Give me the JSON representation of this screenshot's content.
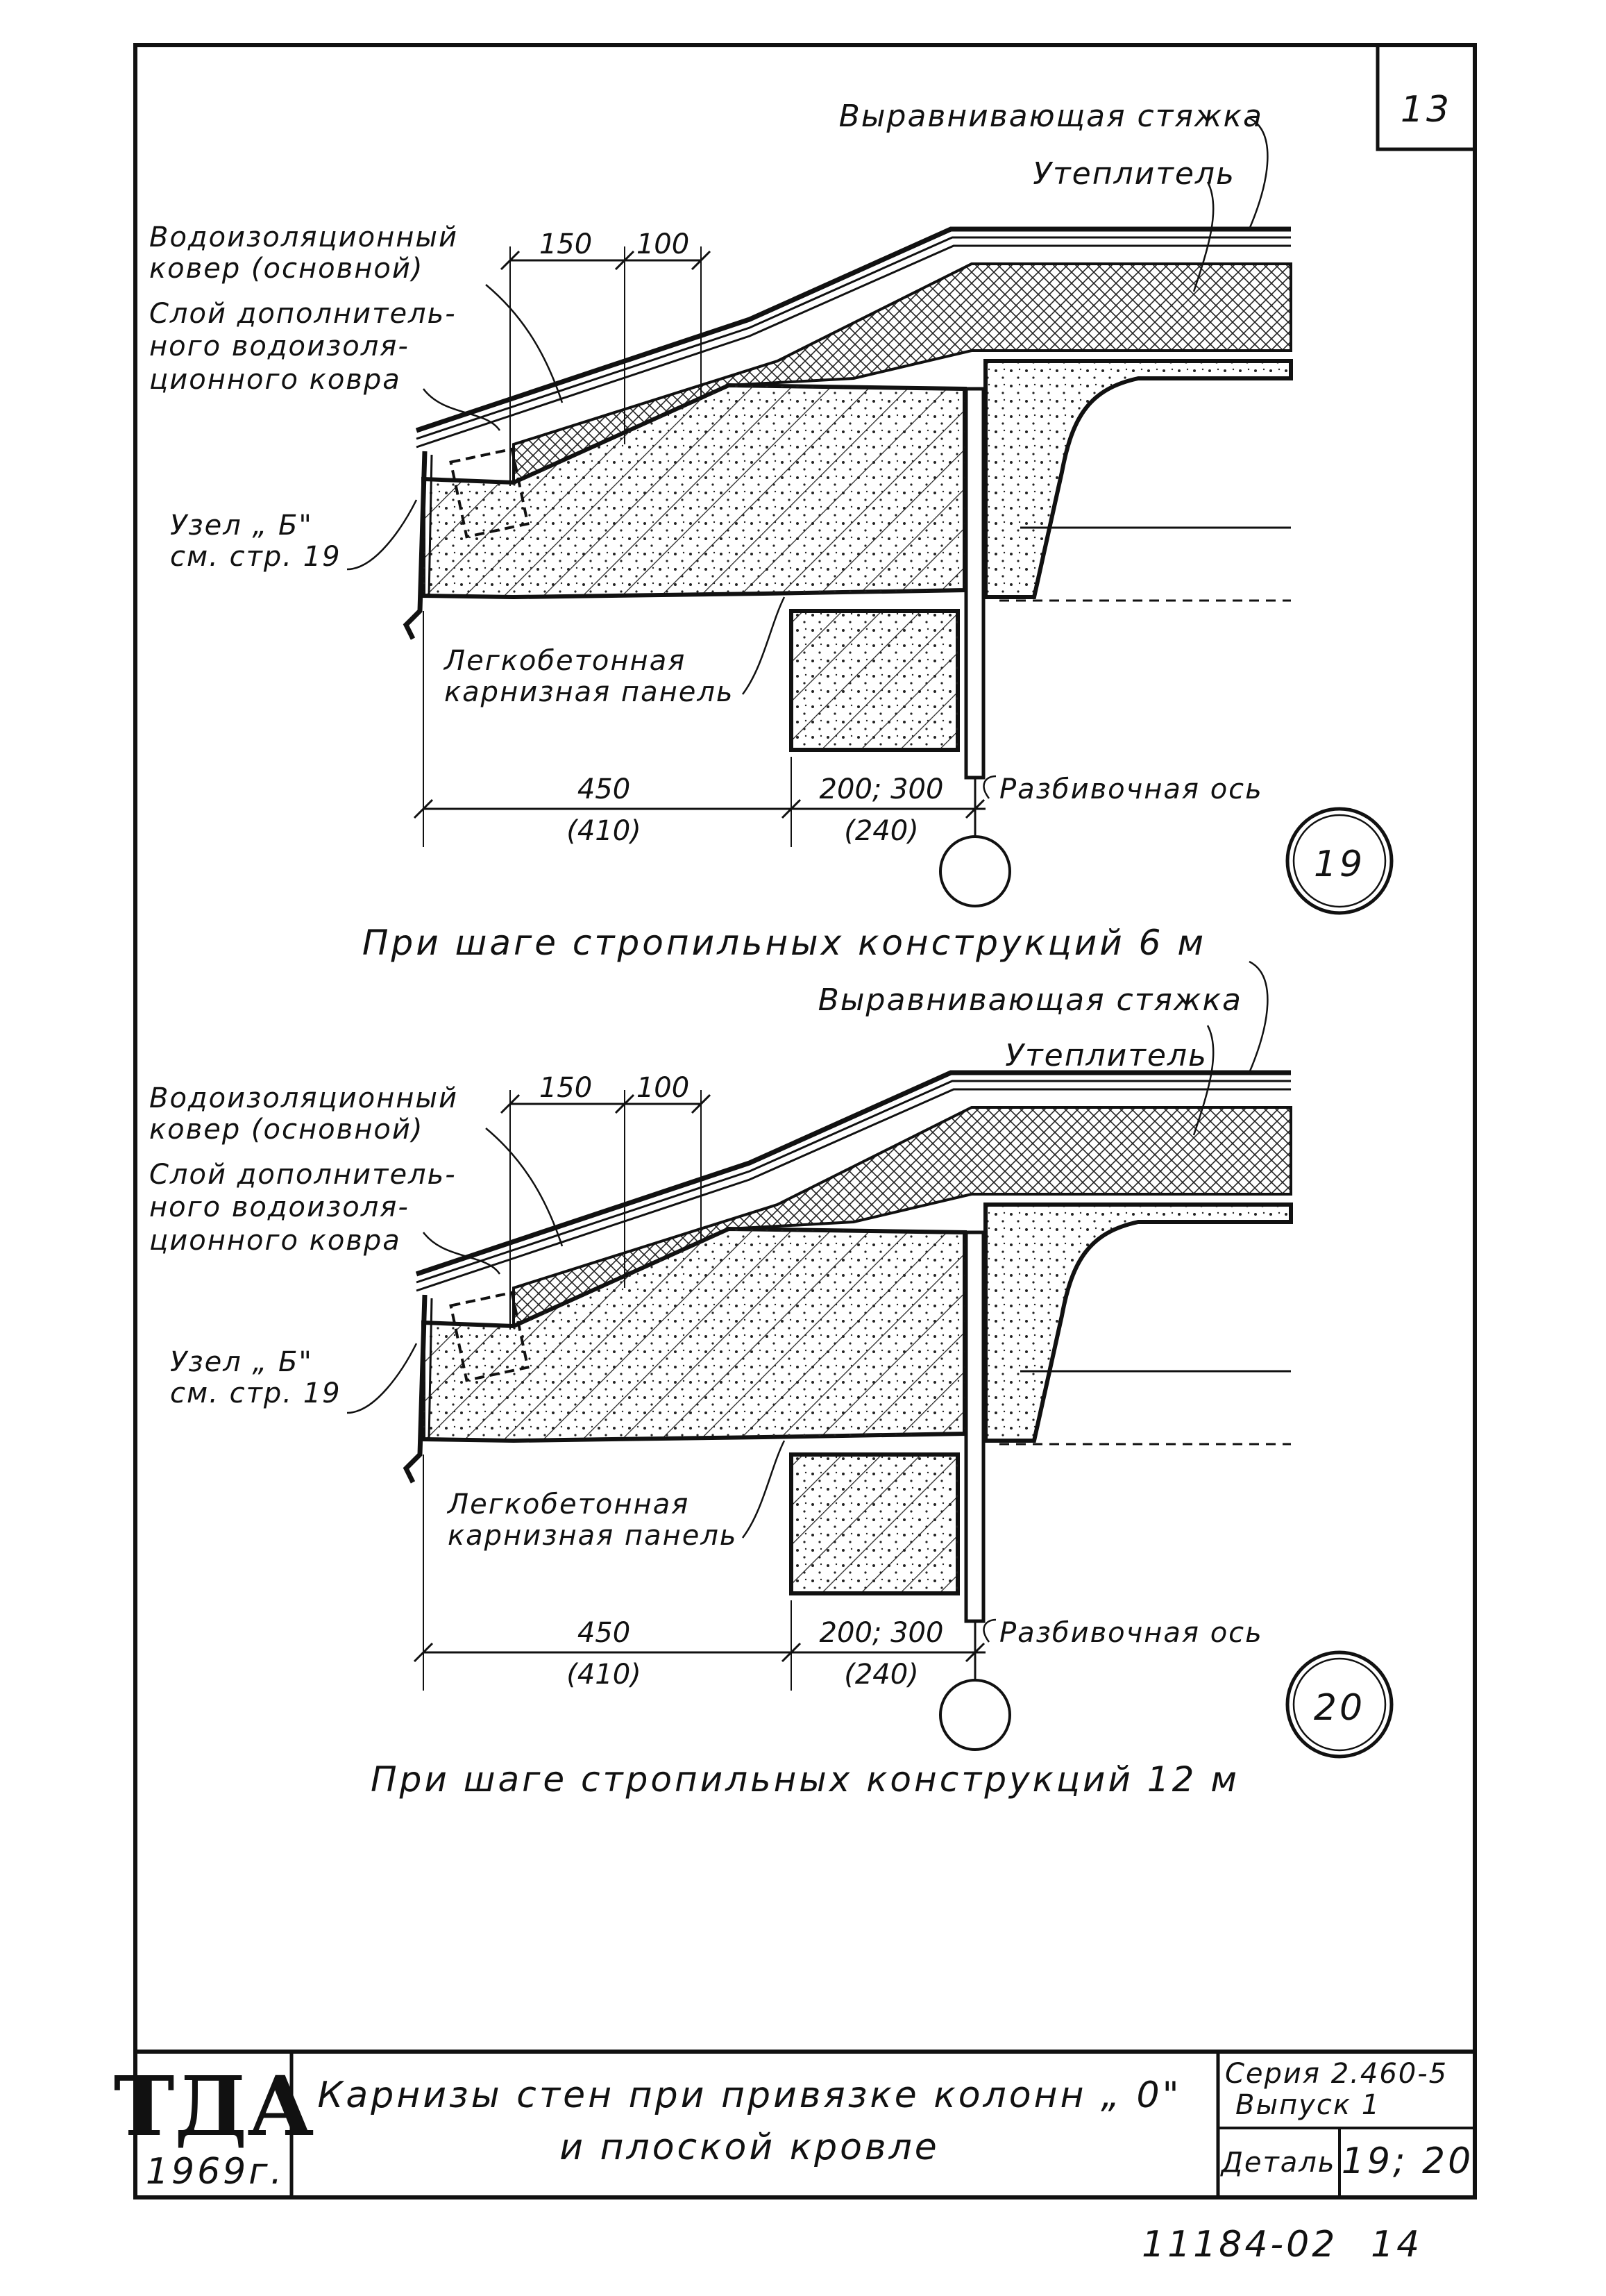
{
  "page_number": "13",
  "sheet_code": "11184-02",
  "sheet_index": "14",
  "details": [
    {
      "number": "19",
      "caption": "При шаге стропильных конструкций 6 м",
      "labels": {
        "leveling_screed": "Выравнивающая стяжка",
        "insulation": "Утеплитель",
        "waterproof_main_1": "Водоизоляционный",
        "waterproof_main_2": "ковер (основной)",
        "extra_layer_1": "Слой дополнитель-",
        "extra_layer_2": "ного водоизоля-",
        "extra_layer_3": "ционного ковра",
        "node_1": "Узел „ Б\"",
        "node_2": "см. стр. 19",
        "panel_1": "Легкобетонная",
        "panel_2": "карнизная панель",
        "axis": "Разбивочная ось"
      },
      "dims": {
        "d150": "150",
        "d100": "100",
        "d450": "450",
        "d410": "(410)",
        "d200": "200; 300",
        "d240": "(240)"
      }
    },
    {
      "number": "20",
      "caption": "При шаге стропильных конструкций 12 м",
      "labels": {
        "leveling_screed": "Выравнивающая стяжка",
        "insulation": "Утеплитель",
        "waterproof_main_1": "Водоизоляционный",
        "waterproof_main_2": "ковер (основной)",
        "extra_layer_1": "Слой дополнитель-",
        "extra_layer_2": "ного водоизоля-",
        "extra_layer_3": "ционного ковра",
        "node_1": "Узел „ Б\"",
        "node_2": "см. стр. 19",
        "panel_1": "Легкобетонная",
        "panel_2": "карнизная панель",
        "axis": "Разбивочная ось"
      },
      "dims": {
        "d150": "150",
        "d100": "100",
        "d450": "450",
        "d410": "(410)",
        "d200": "200; 300",
        "d240": "(240)"
      }
    }
  ],
  "title_block": {
    "org": "ТДА",
    "year": "1969г.",
    "title_line1": "Карнизы стен при привязке колонн „ 0\"",
    "title_line2": "и плоской кровле",
    "series": "Серия 2.460-5",
    "issue": "Выпуск 1",
    "detail_label": "Деталь",
    "detail_value": "19; 20"
  }
}
